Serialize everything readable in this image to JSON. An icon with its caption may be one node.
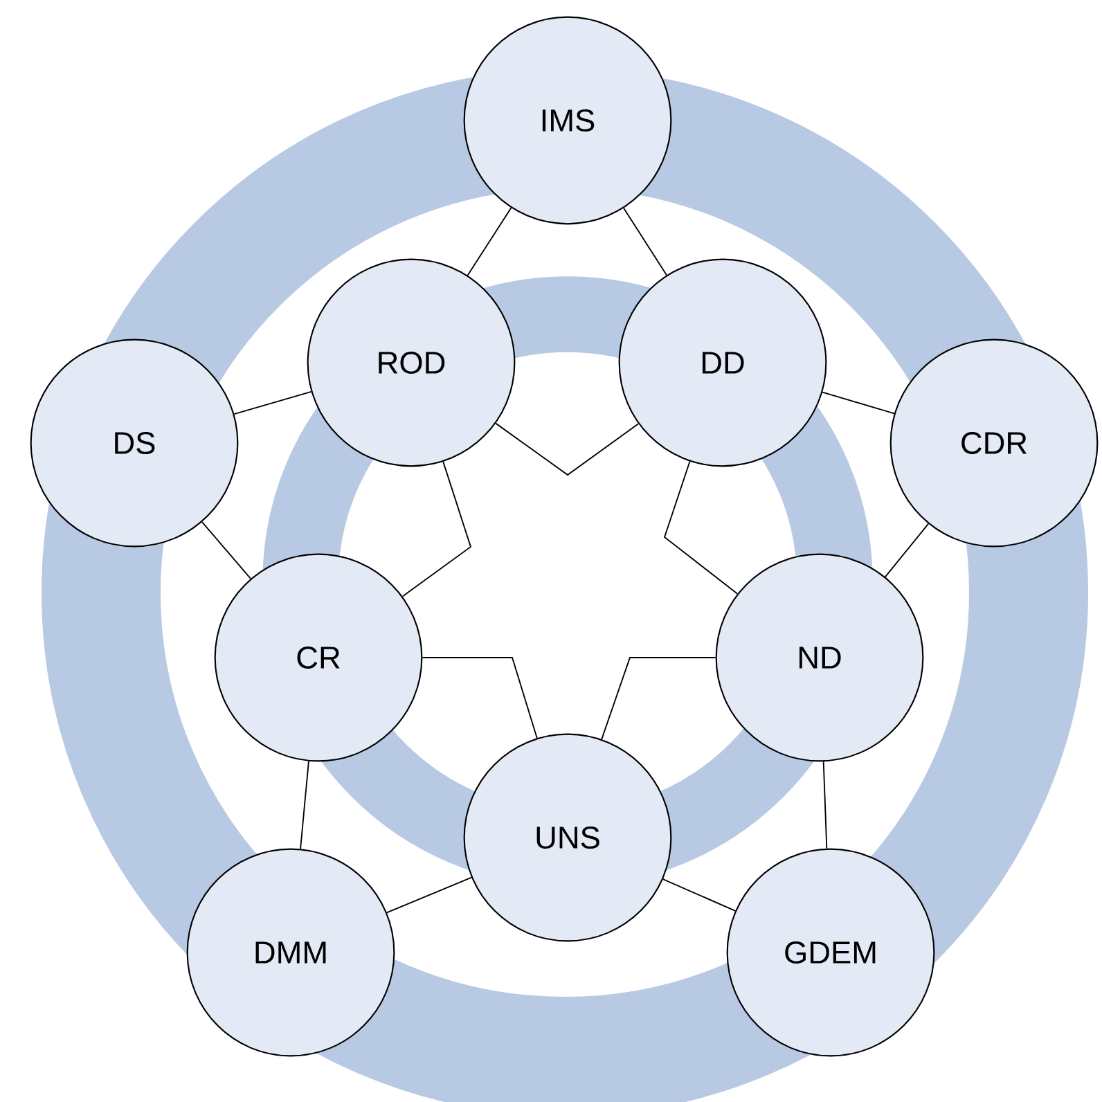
{
  "diagram": {
    "nodes": [
      {
        "text": [
          "IMS"
        ]
      },
      {
        "text": [
          "ROD"
        ]
      },
      {
        "text": [
          "DD"
        ]
      },
      {
        "text": [
          "DS"
        ]
      },
      {
        "text": [
          "CDR"
        ]
      },
      {
        "text": [
          "CR"
        ]
      },
      {
        "text": [
          "ND"
        ]
      },
      {
        "text": [
          "UNS"
        ]
      },
      {
        "text": [
          "DMM"
        ]
      },
      {
        "text": [
          "GDEM"
        ]
      }
    ],
    "edges": [
      {
        "from": 0,
        "to": 1,
        "arrow": "none"
      },
      {
        "from": 0,
        "to": 2,
        "arrow": "none"
      },
      {
        "from": 3,
        "to": 1,
        "arrow": "none"
      },
      {
        "from": 3,
        "to": 5,
        "arrow": "none"
      },
      {
        "from": 4,
        "to": 2,
        "arrow": "none"
      },
      {
        "from": 4,
        "to": 6,
        "arrow": "none"
      },
      {
        "from": 9,
        "to": 6,
        "arrow": "none"
      },
      {
        "from": 9,
        "to": 7,
        "arrow": "none"
      },
      {
        "from": 8,
        "to": 5,
        "arrow": "none"
      },
      {
        "from": 8,
        "to": 7,
        "arrow": "none"
      },
      {
        "from": 1,
        "to": 2,
        "arrow": "none"
      },
      {
        "from": 2,
        "to": 6,
        "arrow": "none"
      },
      {
        "from": 6,
        "to": 7,
        "arrow": "none"
      },
      {
        "from": 7,
        "to": 5,
        "arrow": "none"
      },
      {
        "from": 5,
        "to": 1,
        "arrow": "none"
      }
    ]
  }
}
